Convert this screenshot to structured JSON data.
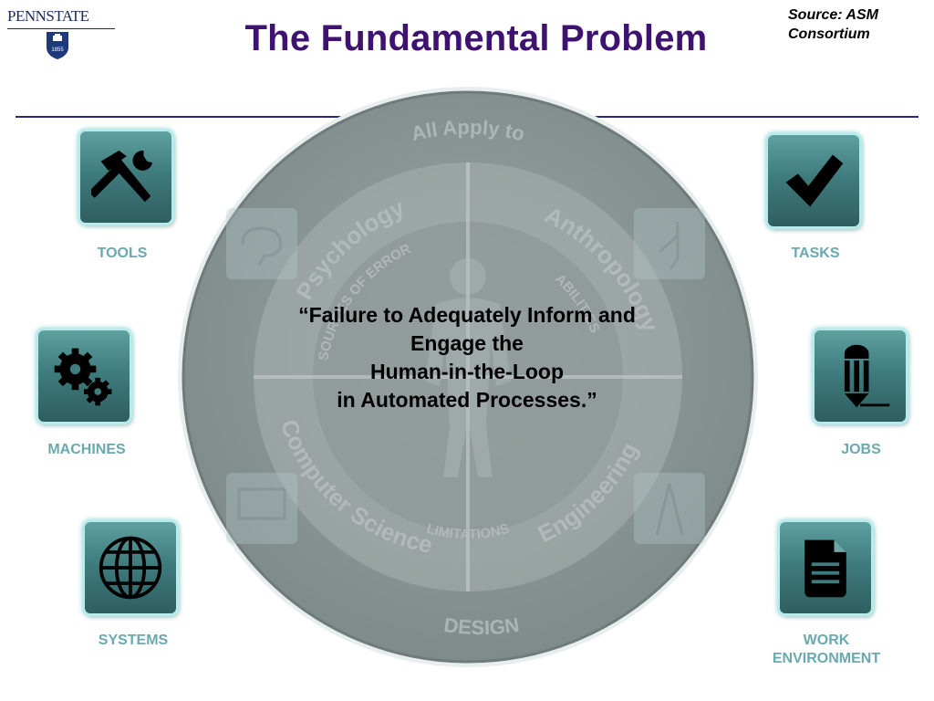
{
  "header": {
    "logo_text": "PENNSTATE",
    "logo_year": "1855",
    "title": "The Fundamental Problem",
    "source_line1": "Source: ASM",
    "source_line2": "Consortium"
  },
  "diagram": {
    "ring_outer_label": "All Apply to",
    "ring_bottom_label": "DESIGN",
    "quadrants": [
      "Psychology",
      "Anthropology",
      "Computer Science",
      "Engineering"
    ],
    "inner_labels": [
      "SOURCES OF ERROR",
      "ABILITIES",
      "LIMITATIONS"
    ],
    "quote_line1": "“Failure to Adequately Inform and",
    "quote_line2": "Engage the",
    "quote_line3": "Human-in-the-Loop",
    "quote_line4": "in Automated Processes.”"
  },
  "tiles": {
    "tools": "TOOLS",
    "machines": "MACHINES",
    "systems": "SYSTEMS",
    "tasks": "TASKS",
    "jobs": "JOBS",
    "work_line1": "WORK",
    "work_line2": "ENVIRONMENT"
  },
  "icons": {
    "tools": "tools-icon",
    "machines": "gears-icon",
    "systems": "globe-icon",
    "tasks": "checkmark-icon",
    "jobs": "pencil-icon",
    "work": "document-icon"
  },
  "colors": {
    "title": "#3d1270",
    "label": "#6aa9ad",
    "rule": "#2a2a7a",
    "circle": "#8f9a99"
  }
}
